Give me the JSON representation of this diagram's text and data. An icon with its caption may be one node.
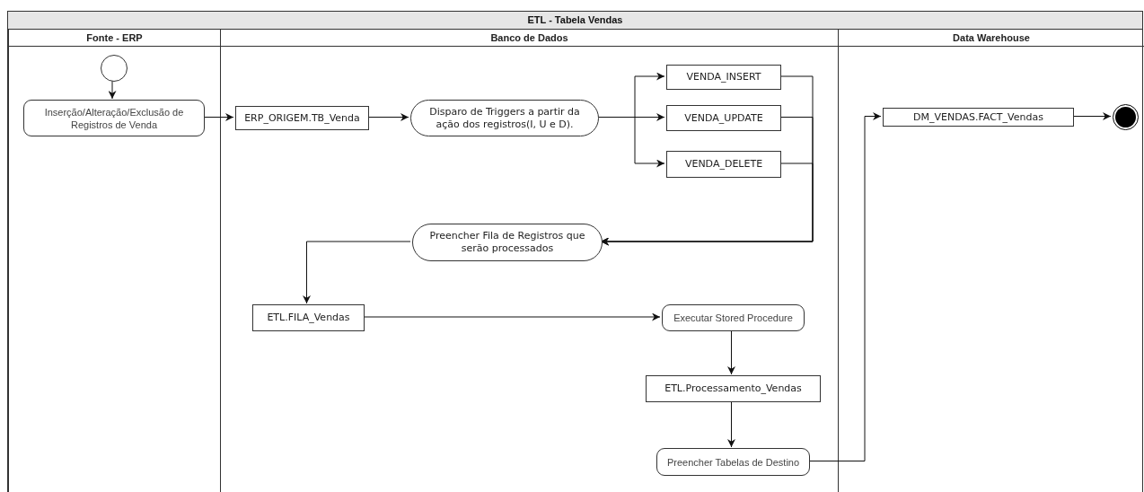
{
  "diagram": {
    "nodes": [
      {
        "text": [
          "ETL - Tabela Vendas"
        ]
      },
      {
        "text": [
          "Fonte - ERP"
        ],
        "in": 0
      },
      {
        "text": [
          "Banco de Dados"
        ],
        "in": 0
      },
      {
        "text": [
          "Data Warehouse"
        ],
        "in": 0
      },
      {
        "text": [],
        "shape": "circle",
        "in": 1
      },
      {
        "text": [
          "Inserção/Alteração/Exclusão de Registros de Venda"
        ],
        "in": 1
      },
      {
        "text": [
          "ERP_ORIGEM.TB_Venda"
        ],
        "in": 2
      },
      {
        "text": [
          "Disparo de Triggers a partir da ação dos registros(I, U e D)."
        ],
        "in": 2
      },
      {
        "text": [
          "VENDA_INSERT"
        ],
        "in": 2
      },
      {
        "text": [
          "VENDA_UPDATE"
        ],
        "in": 2
      },
      {
        "text": [
          "VENDA_DELETE"
        ],
        "in": 2
      },
      {
        "text": [
          "Preencher Fila de Registros que serão processados"
        ],
        "in": 2
      },
      {
        "text": [
          "ETL.FILA_Vendas"
        ],
        "in": 2
      },
      {
        "text": [
          "Executar Stored Procedure"
        ],
        "in": 2
      },
      {
        "text": [
          "ETL.Processamento_Vendas"
        ],
        "in": 2
      },
      {
        "text": [
          "Preencher Tabelas de Destino"
        ],
        "in": 2
      },
      {
        "text": [
          "DM_VENDAS.FACT_Vendas"
        ],
        "in": 3
      },
      {
        "text": [],
        "shape": "circle",
        "in": 3
      }
    ],
    "edges": [
      {
        "from": 4,
        "to": 5,
        "arrow": "to"
      },
      {
        "from": 5,
        "to": 6,
        "arrow": "to"
      },
      {
        "from": 6,
        "to": 7,
        "arrow": "to"
      },
      {
        "from": 7,
        "to": 8,
        "arrow": "to"
      },
      {
        "from": 7,
        "to": 9,
        "arrow": "to"
      },
      {
        "from": 7,
        "to": 10,
        "arrow": "to"
      },
      {
        "from": 8,
        "to": 11,
        "arrow": "to"
      },
      {
        "from": 9,
        "to": 11,
        "arrow": "to"
      },
      {
        "from": 10,
        "to": 11,
        "arrow": "to"
      },
      {
        "from": 11,
        "to": 12,
        "arrow": "to"
      },
      {
        "from": 12,
        "to": 13,
        "arrow": "to"
      },
      {
        "from": 13,
        "to": 14,
        "arrow": "to"
      },
      {
        "from": 14,
        "to": 15,
        "arrow": "to"
      },
      {
        "from": 15,
        "to": 16,
        "arrow": "to"
      },
      {
        "from": 16,
        "to": 17,
        "arrow": "to"
      }
    ]
  }
}
